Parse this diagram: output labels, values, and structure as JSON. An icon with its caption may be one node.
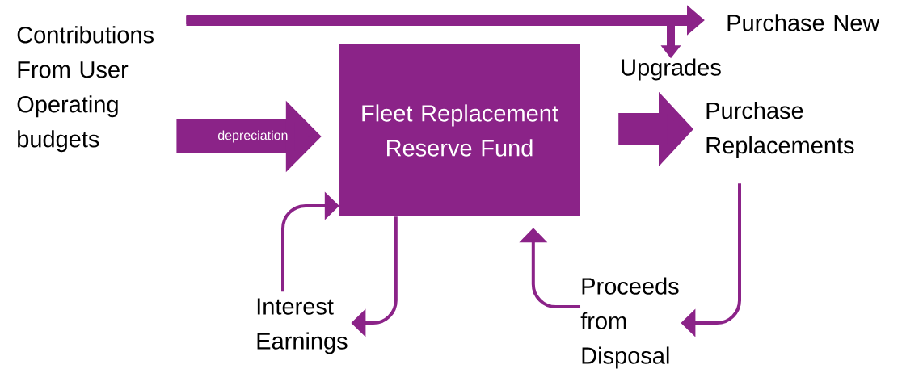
{
  "diagram": {
    "nodes": [
      {
        "text": [
          "Contributions From User Operating budgets"
        ]
      },
      {
        "text": [
          "Fleet Replacement Reserve Fund"
        ]
      },
      {
        "text": [
          "Purchase New"
        ]
      },
      {
        "text": [
          "Upgrades"
        ]
      },
      {
        "text": [
          "Purchase Replacements"
        ]
      },
      {
        "text": [
          "Interest Earnings"
        ]
      },
      {
        "text": [
          "Proceeds from Disposal"
        ]
      }
    ],
    "edges": [
      {
        "from": 0,
        "to": 3,
        "arrow": "to",
        "style": "thick"
      },
      {
        "from": 0,
        "to": 2,
        "arrow": "to",
        "style": "thick"
      },
      {
        "from": 0,
        "to": 1,
        "arrow": "to",
        "style": "thick",
        "label": "depreciation"
      },
      {
        "from": 1,
        "to": 4,
        "arrow": "to",
        "style": "thick"
      },
      {
        "from": 5,
        "to": 1,
        "arrow": "to"
      },
      {
        "from": 1,
        "to": 5,
        "arrow": "to"
      },
      {
        "from": 4,
        "to": 6,
        "arrow": "to"
      },
      {
        "from": 6,
        "to": 1,
        "arrow": "to"
      }
    ]
  }
}
